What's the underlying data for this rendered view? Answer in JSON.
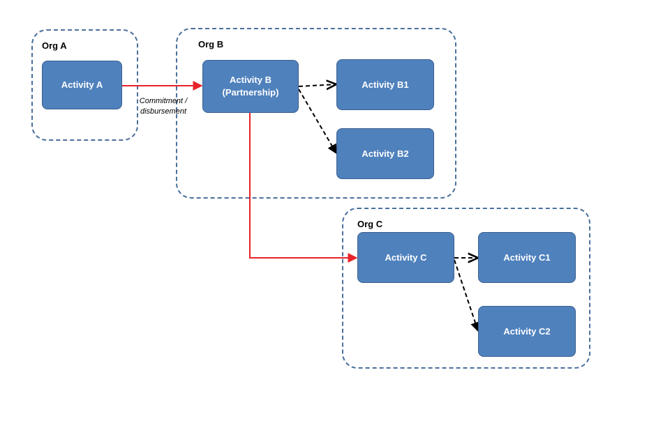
{
  "orgs": {
    "a": {
      "label": "Org A"
    },
    "b": {
      "label": "Org B"
    },
    "c": {
      "label": "Org C"
    }
  },
  "activities": {
    "a": {
      "label": "Activity A"
    },
    "b": {
      "line1": "Activity B",
      "line2": "(Partnership)"
    },
    "b1": {
      "label": "Activity B1"
    },
    "b2": {
      "label": "Activity B2"
    },
    "c": {
      "label": "Activity C"
    },
    "c1": {
      "label": "Activity C1"
    },
    "c2": {
      "label": "Activity C2"
    }
  },
  "edges": {
    "a_to_b": {
      "line1": "Commitment /",
      "line2": "disbursement"
    }
  },
  "colors": {
    "box_fill": "#4f81bd",
    "box_border": "#3a5f8d",
    "org_border": "#4a6f9c",
    "flow_arrow": "#e8232a",
    "link_arrow": "#000000"
  }
}
